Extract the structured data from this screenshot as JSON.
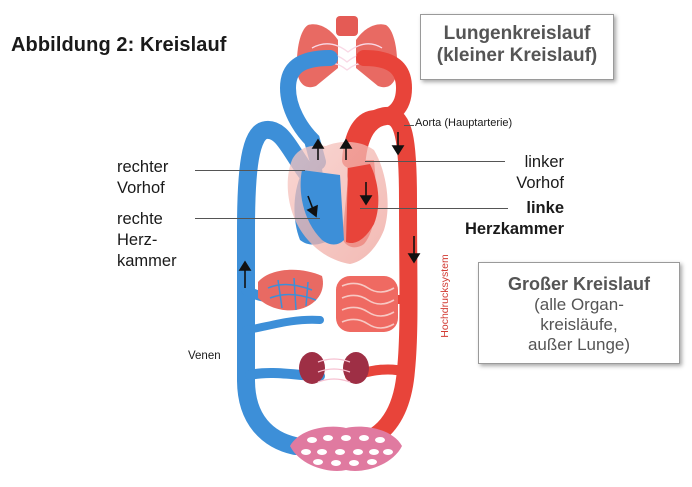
{
  "title": "Abbildung 2: Kreislauf",
  "lungenkreislauf": {
    "line1": "Lungenkreislauf",
    "line2": "(kleiner Kreislauf)"
  },
  "grosser_kreislauf": {
    "line1": "Großer Kreislauf",
    "line2": "(alle Organ-",
    "line3": "kreisläufe,",
    "line4": "außer Lunge)"
  },
  "labels": {
    "aorta": "Aorta (Hauptarterie)",
    "rechter_vorhof_1": "rechter",
    "rechter_vorhof_2": "Vorhof",
    "rechte_herzkammer_1": "rechte",
    "rechte_herzkammer_2": "Herz-",
    "rechte_herzkammer_3": "kammer",
    "linker_vorhof_1": "linker",
    "linker_vorhof_2": "Vorhof",
    "linke_herzkammer_1": "linke",
    "linke_herzkammer_2": "Herzkammer",
    "venen": "Venen",
    "hochdrucksystem": "Hochdrucksystem"
  },
  "colors": {
    "vein_blue": "#3d8fd8",
    "artery_red": "#e8443a",
    "text": "#1a1a1a",
    "box_text": "#555555"
  }
}
